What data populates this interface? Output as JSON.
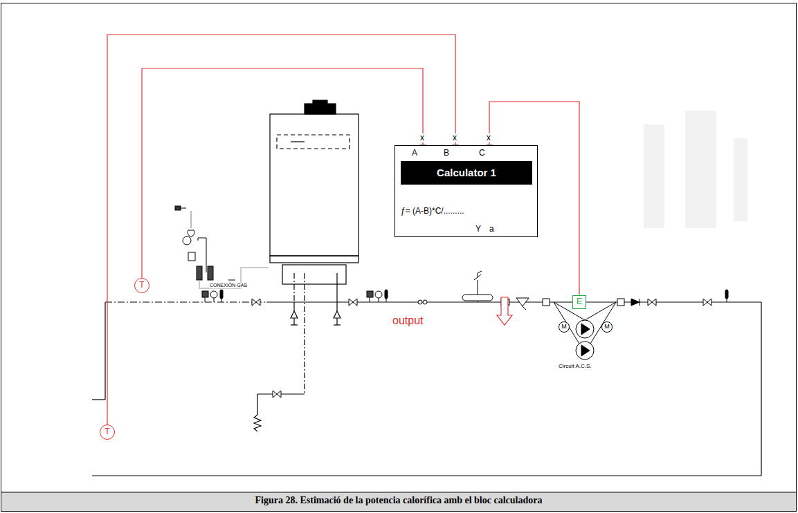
{
  "diagram": {
    "caption": "Figura 28. Estimació de la potencia calorífica amb el bloc calculadora",
    "nodes": [
      {
        "text": [
          "A",
          "B",
          "C",
          "ƒ= (A-B)*C/.........",
          "Y",
          "a"
        ]
      },
      {
        "text": [
          "Calculator 1"
        ],
        "in": 0
      },
      {
        "text": [
          "T"
        ]
      },
      {
        "text": [
          "E"
        ]
      },
      {
        "text": [
          "M"
        ]
      },
      {
        "text": [
          "M"
        ]
      },
      {
        "text": [
          "T"
        ]
      }
    ],
    "edges": [
      {
        "from": 2,
        "to": 0,
        "arrow": "none"
      },
      {
        "from": 6,
        "to": 0,
        "arrow": "none"
      },
      {
        "from": 3,
        "to": 0,
        "arrow": "none"
      }
    ],
    "labels": [
      "x",
      "x",
      "x",
      "output",
      "CONEXIÓN GAS",
      "Circuit A.C.S."
    ]
  }
}
